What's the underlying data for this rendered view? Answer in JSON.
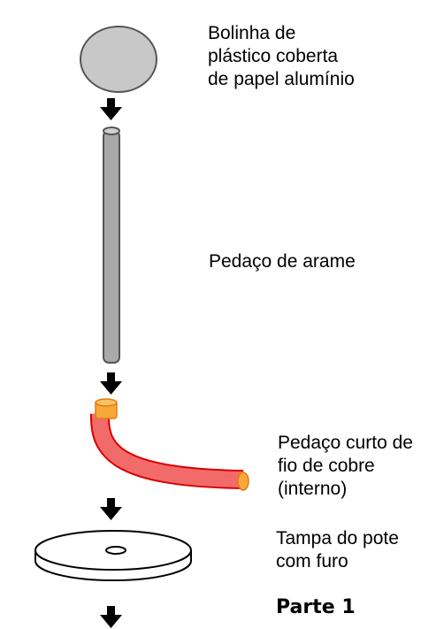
{
  "labels": {
    "ball": "Bolinha de\nplástico coberta\nde papel alumínio",
    "wire": "Pedaço de arame",
    "copper": "Pedaço curto de\nfio de cobre\n(interno)",
    "lid": "Tampa do pote\ncom furo",
    "part": "Parte 1"
  },
  "colors": {
    "ball_fill": "#c8c8c8",
    "wire_fill": "#a9a9a9",
    "tube_fill": "#f26b6b",
    "tube_stroke": "#d90000",
    "tube_end": "#f7a838",
    "arrow": "#000000",
    "lid_fill": "#ffffff"
  }
}
